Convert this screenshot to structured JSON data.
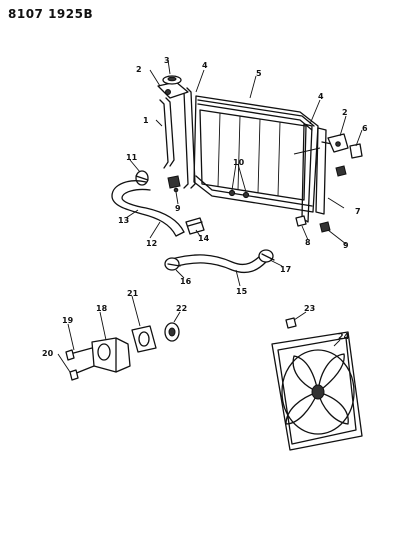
{
  "header": {
    "code": "8107 1925B"
  },
  "callouts": [
    "1",
    "2",
    "3",
    "4",
    "5",
    "2",
    "4",
    "6",
    "7",
    "8",
    "9",
    "10",
    "11",
    "9",
    "12",
    "13",
    "14",
    "15",
    "16",
    "17",
    "18",
    "19",
    "20",
    "21",
    "22",
    "23",
    "24"
  ]
}
